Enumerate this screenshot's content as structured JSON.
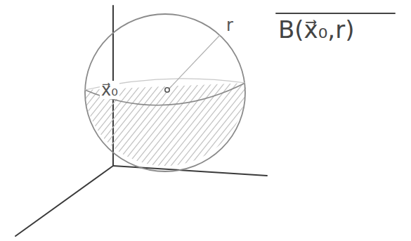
{
  "diagram": {
    "nodes": [
      {
        "text": [
          "r",
          "x⃗₀"
        ]
      }
    ],
    "labels": [
      "B(x⃗₀,r)"
    ]
  }
}
